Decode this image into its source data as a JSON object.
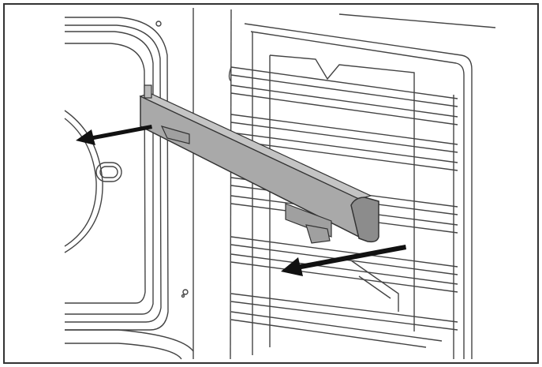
{
  "figure": {
    "frame_color": "#333333",
    "line_color": "#444444",
    "rail_fill": "#a9a9a9",
    "rail_shade": "#8c8c8c",
    "arrow_color": "#111111",
    "icons": [
      "oven-cavity",
      "removable-shelf-rail",
      "wire-shelf-support",
      "removal-arrow"
    ]
  }
}
